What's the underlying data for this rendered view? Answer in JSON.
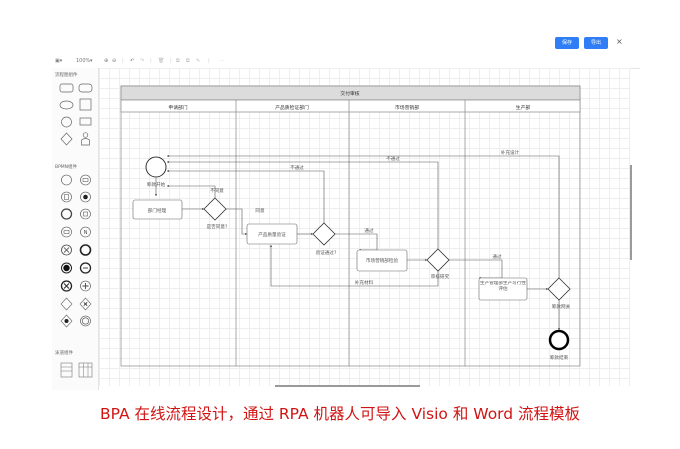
{
  "topbar": {
    "save_label": "保存",
    "export_label": "导出",
    "close_label": "×"
  },
  "toolbar": {
    "zoom": "100%"
  },
  "sidebar": {
    "section_flow": "流程图组件",
    "section_bpmn": "BPMN组件",
    "section_swimlane": "泳道组件"
  },
  "diagram": {
    "pool_title": "交付审核",
    "lanes": [
      "申请部门",
      "产品质检证部门",
      "市场营销部",
      "生产部"
    ],
    "nodes": {
      "start": "筹款开始",
      "dept": "部门经理",
      "agree": "是否同意?",
      "qc": "产品质量验证",
      "verify": "验证通过?",
      "market": "市场营销部检验",
      "review": "审核研究",
      "prod": "生产管理部生产可行性评估",
      "prod_ok": "筹款网关",
      "end": "筹款结束"
    },
    "edges": {
      "disagree": "不同意",
      "agree_yes": "同意",
      "not_pass_1": "不通过",
      "not_pass_2": "不通过",
      "pass_1": "通过",
      "pass_2": "通过",
      "supplement": "补充材料",
      "supplement_design": "补充设计"
    }
  },
  "caption": "BPA 在线流程设计，通过 RPA 机器人可导入 Visio 和 Word 流程模板"
}
